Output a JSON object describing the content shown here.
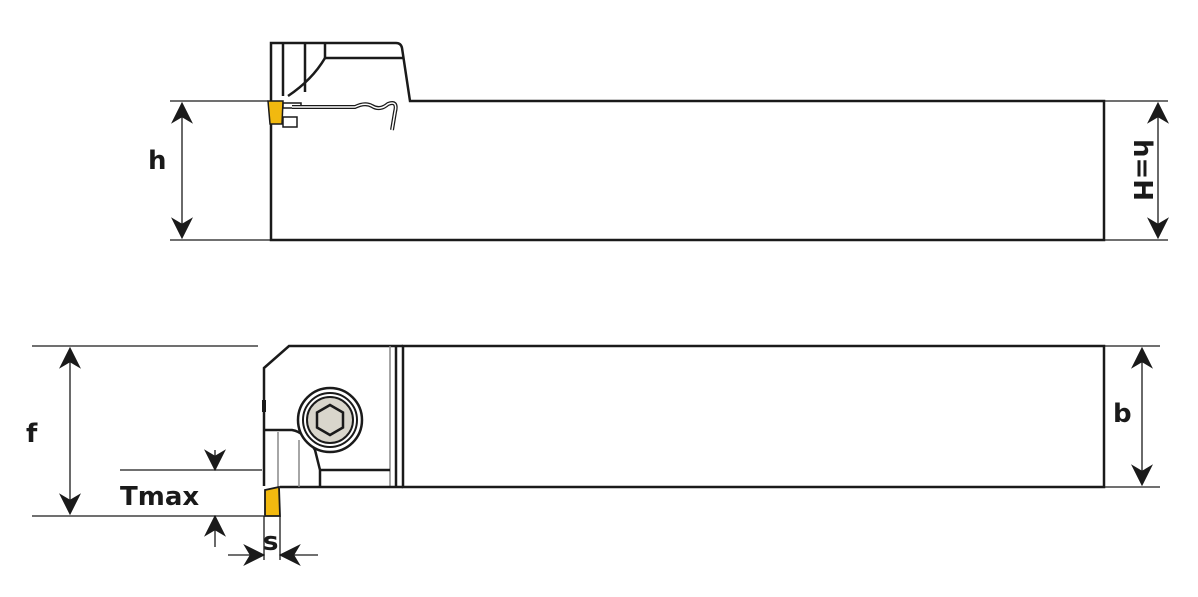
{
  "labels": {
    "top_height": "h",
    "shank_height": "h=H",
    "offset": "f",
    "shank_width": "b",
    "max_depth": "Tmax",
    "insert_width": "s"
  },
  "colors": {
    "insert": "#f2b90f",
    "screw": "#d9d6cc",
    "line": "#1a1a1a"
  }
}
